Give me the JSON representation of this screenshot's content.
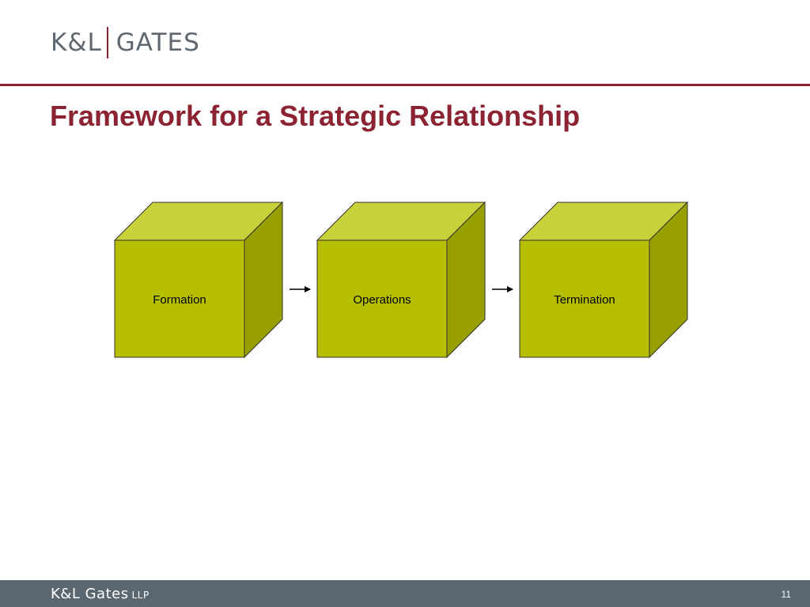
{
  "header": {
    "logo_left": "K&L",
    "logo_right": "GATES"
  },
  "slide": {
    "title": "Framework for a Strategic Relationship"
  },
  "diagram": {
    "nodes": [
      {
        "id": "formation",
        "label": "Formation"
      },
      {
        "id": "operations",
        "label": "Operations"
      },
      {
        "id": "termination",
        "label": "Termination"
      }
    ],
    "edges": [
      {
        "from": "formation",
        "to": "operations"
      },
      {
        "from": "operations",
        "to": "termination"
      }
    ],
    "colors": {
      "front": "#b5be00",
      "top": "#c8d03a",
      "side": "#97a000",
      "outline": "#333333",
      "arrow": "#000000"
    }
  },
  "footer": {
    "brand": "K&L Gates",
    "brand_suffix": "LLP",
    "page_number": "11"
  },
  "theme": {
    "accent": "#8b2332",
    "footer_bg": "#5a6770",
    "logo_text": "#5f6770"
  }
}
